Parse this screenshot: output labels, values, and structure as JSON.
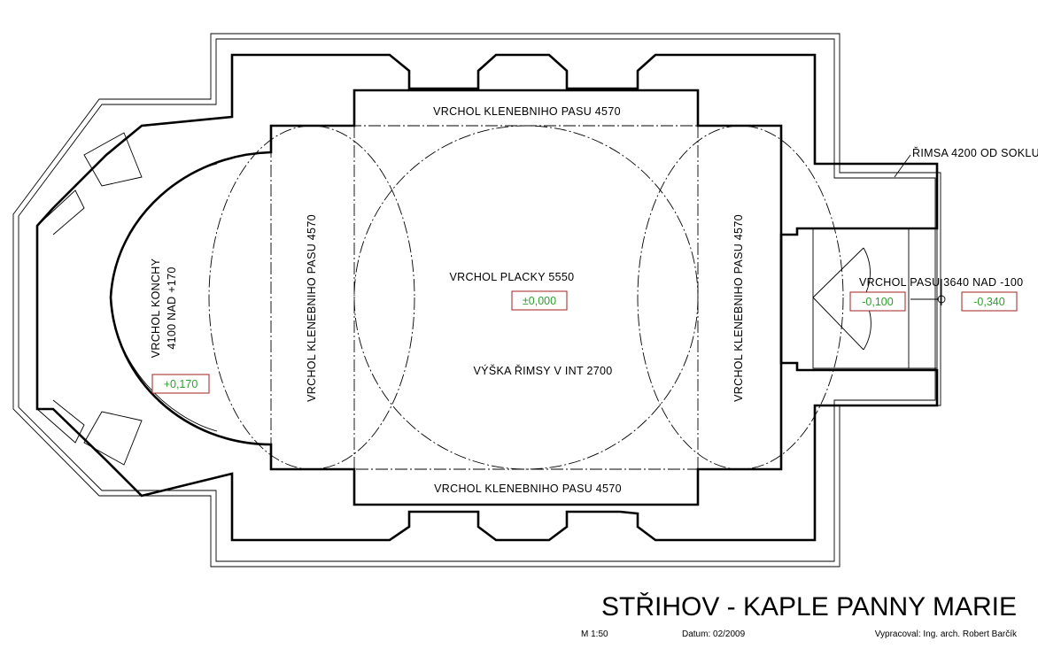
{
  "drawing": {
    "title": "STŘIHOV - KAPLE PANNY MARIE",
    "scale": "M 1:50",
    "date": "Datum: 02/2009",
    "author": "Vypracoval: Ing. arch. Robert Barčík"
  },
  "labels": {
    "arch_top": "VRCHOL KLENEBNIHO PASU 4570",
    "arch_bottom": "VRCHOL KLENEBNIHO PASU 4570",
    "arch_left": "VRCHOL KLENEBNIHO PASU 4570",
    "arch_right": "VRCHOL KLENEBNIHO PASU 4570",
    "apse_line1": "VRCHOL KONCHY",
    "apse_line2": "4100 NAD +170",
    "placky": "VRCHOL PLACKY 5550",
    "rimsa_int": "VÝŠKA ŘIMSY V INT 2700",
    "rimsa_sokl": "ŘIMSA 4200 OD SOKLU",
    "pas_entry": "VRCHOL PASU 3640 NAD -100"
  },
  "levels": {
    "apse": "+0,170",
    "center": "±0,000",
    "entry": "-0,100",
    "exterior": "-0,340"
  },
  "colors": {
    "line": "#000000",
    "level_text": "#2e9e2e",
    "level_box": "#a32222"
  }
}
